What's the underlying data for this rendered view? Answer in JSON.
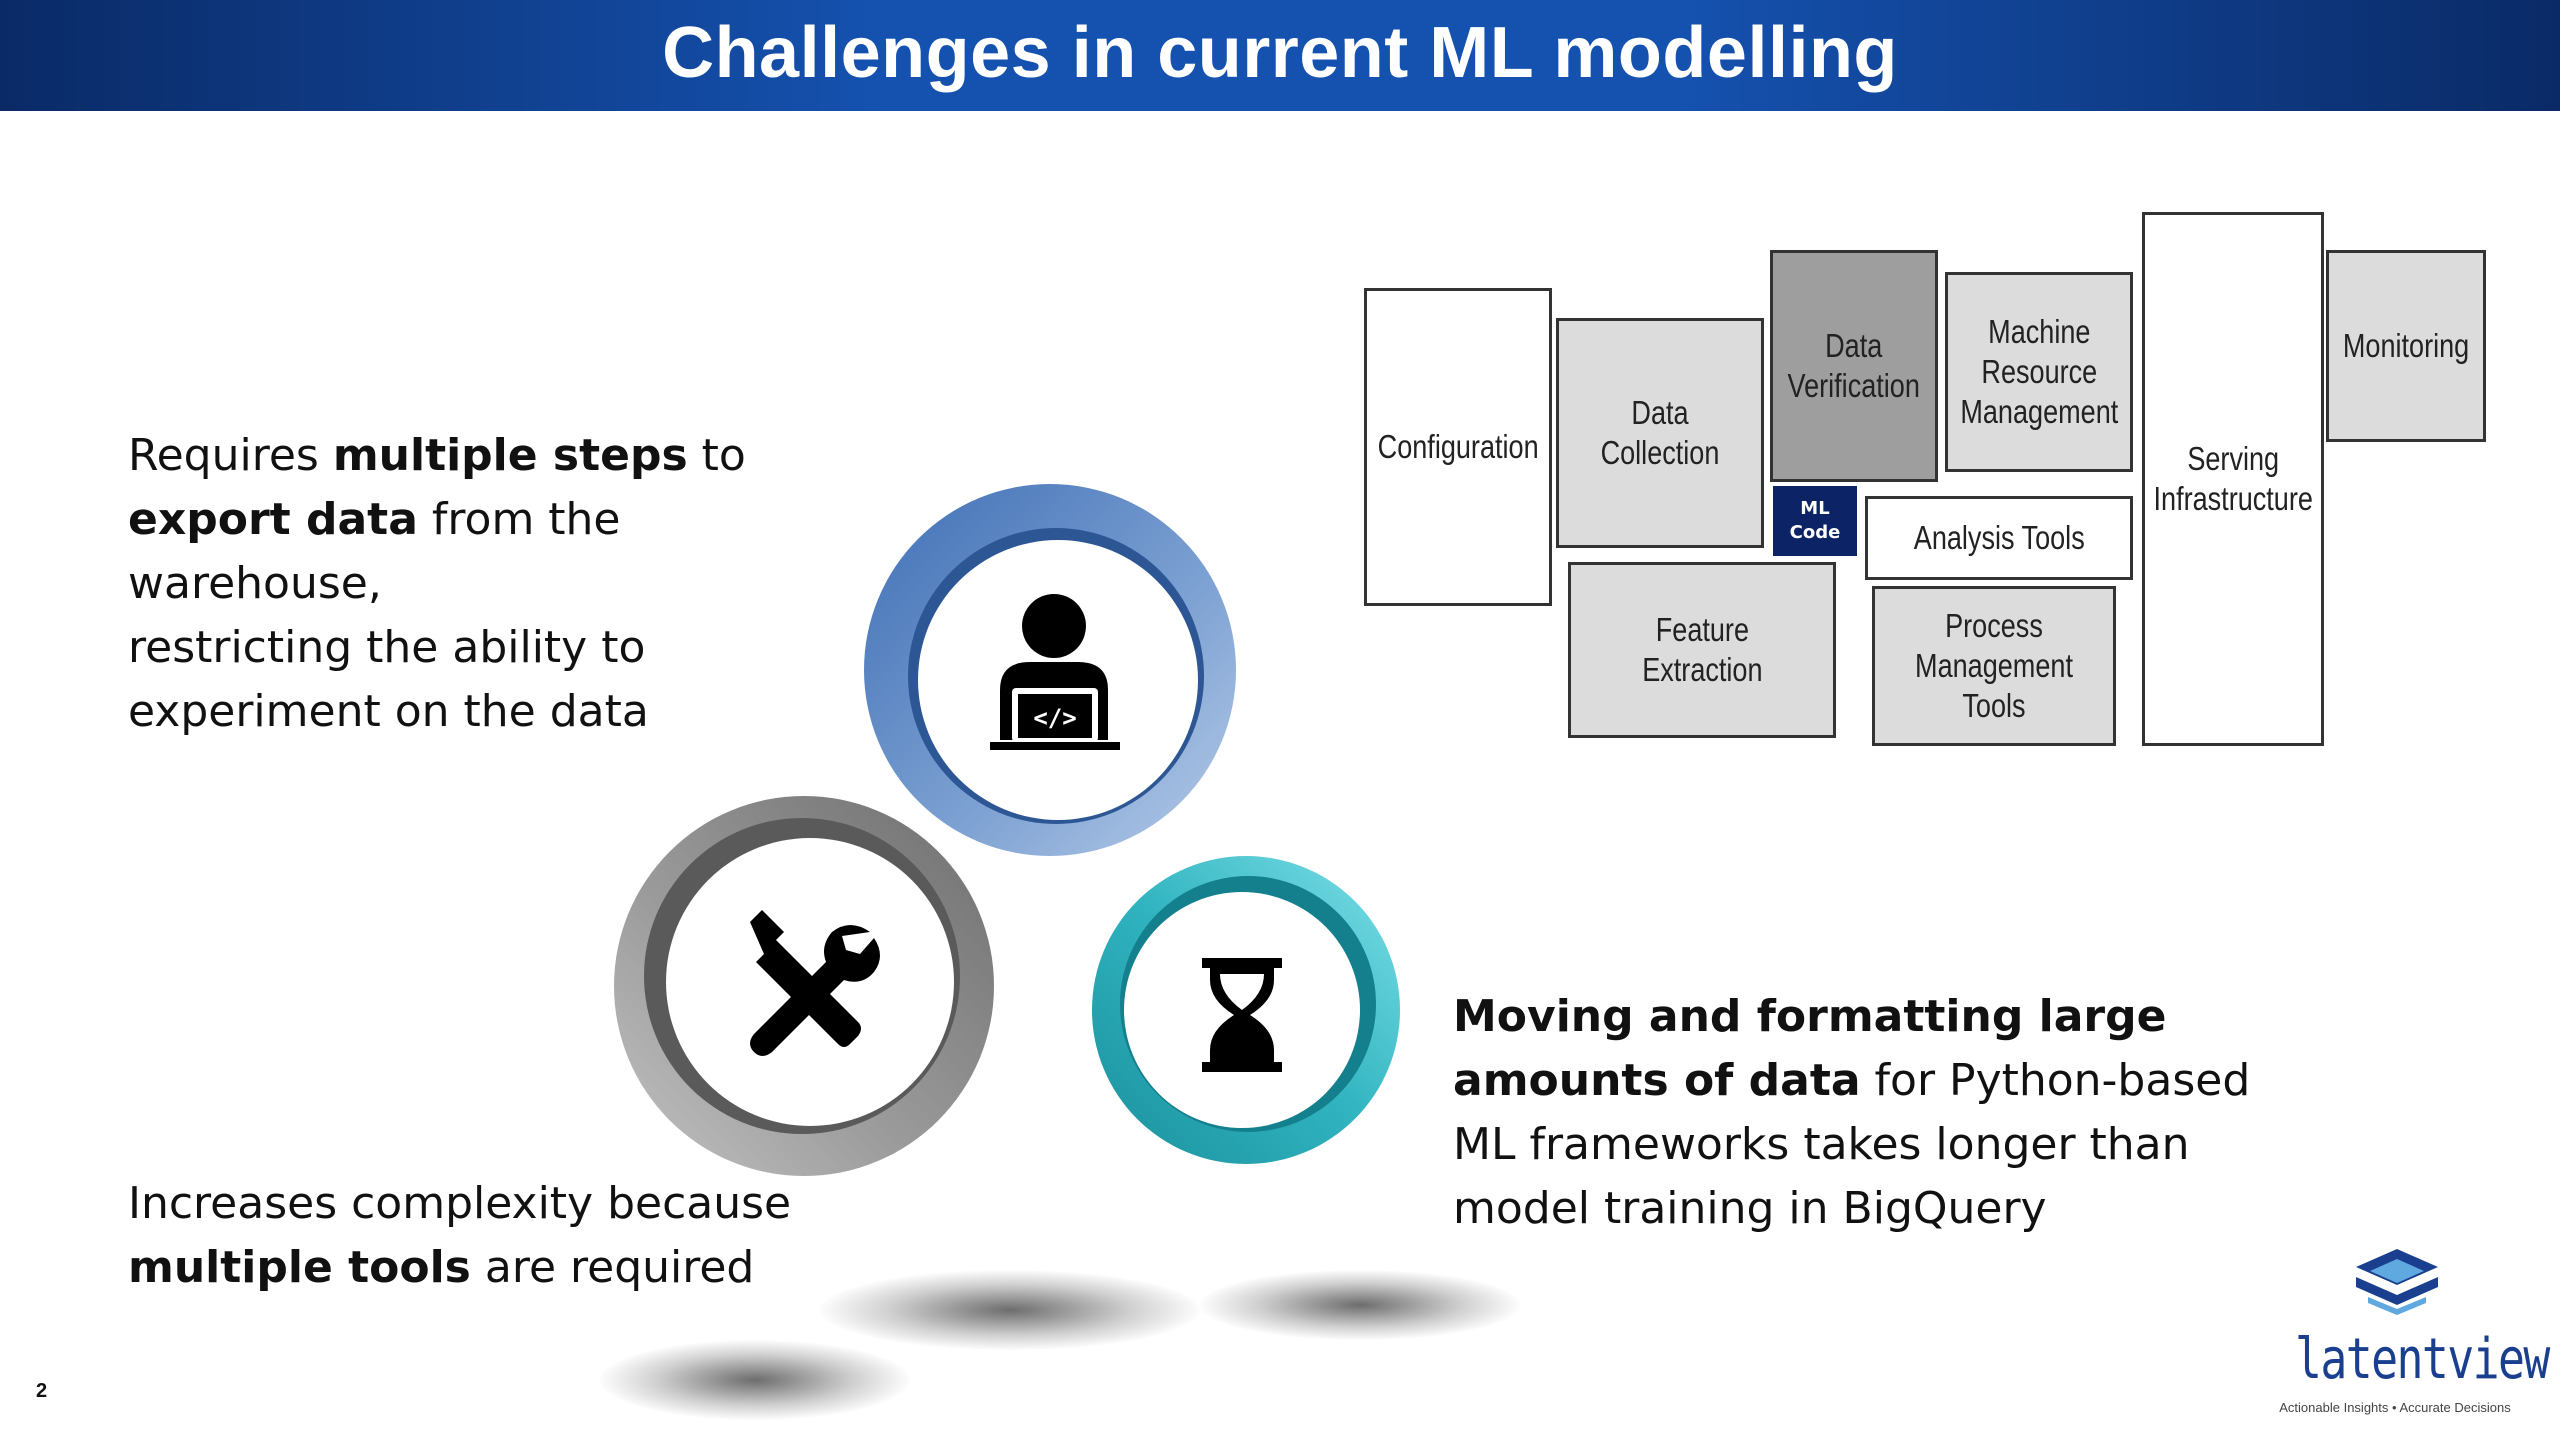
{
  "slide": {
    "title": "Challenges in current ML modelling",
    "page_number": "2"
  },
  "points": [
    {
      "segments": [
        {
          "text": "Requires ",
          "bold": false
        },
        {
          "text": "multiple steps",
          "bold": true
        },
        {
          "text": " to\n",
          "bold": false
        },
        {
          "text": "export data",
          "bold": true
        },
        {
          "text": " from the warehouse,\nrestricting the ability to\nexperiment on the data",
          "bold": false
        }
      ]
    },
    {
      "segments": [
        {
          "text": "Increases complexity because\n",
          "bold": false
        },
        {
          "text": "multiple tools",
          "bold": true
        },
        {
          "text": " are required",
          "bold": false
        }
      ]
    },
    {
      "segments": [
        {
          "text": "Moving and formatting large\namounts of data",
          "bold": true
        },
        {
          "text": " for Python-based\nML frameworks takes longer than\nmodel training in BigQuery",
          "bold": false
        }
      ]
    }
  ],
  "diagram": {
    "configuration": "Configuration",
    "data_collection": "Data Collection",
    "data_verification": "Data\nVerification",
    "ml_code": "ML\nCode",
    "machine_resource_management": "Machine\nResource\nManagement",
    "analysis_tools": "Analysis Tools",
    "feature_extraction": "Feature\nExtraction",
    "process_management_tools": "Process\nManagement Tools",
    "serving_infrastructure": "Serving\nInfrastructure",
    "monitoring": "Monitoring"
  },
  "icons": {
    "developer": "developer-laptop-icon",
    "tools": "screwdriver-wrench-icon",
    "time": "hourglass-icon"
  },
  "colors": {
    "header": "#1552b0",
    "blue_ring": "#5b82c0",
    "gray_ring": "#8a8a8a",
    "teal_ring": "#2fb8c4",
    "ml_code": "#0c2466",
    "logo": "#1a3f8f"
  },
  "logo": {
    "name": "latentview",
    "tagline": "Actionable Insights • Accurate Decisions"
  }
}
